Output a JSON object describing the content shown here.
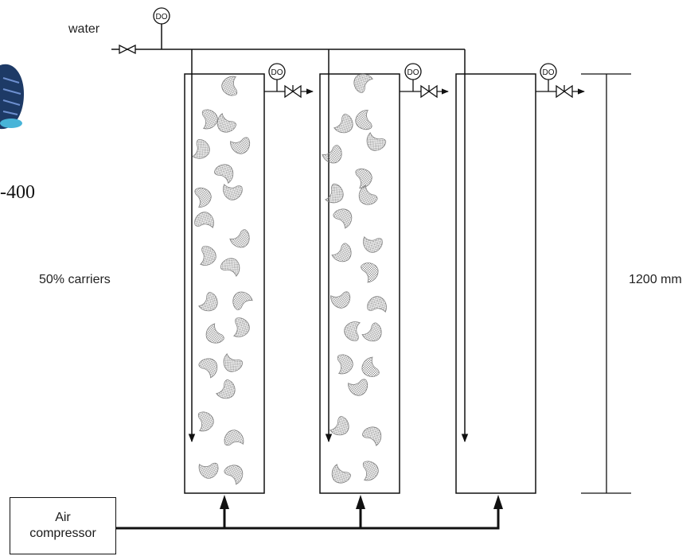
{
  "labels": {
    "water": "water",
    "carriers": "50% carriers",
    "height": "1200 mm",
    "partial_model": "-400",
    "compressor": [
      "Air",
      "compressor"
    ],
    "do_sensor": "DO"
  },
  "reactors": [
    {
      "id": "reactor-1",
      "carriers": true
    },
    {
      "id": "reactor-2",
      "carriers": true
    },
    {
      "id": "reactor-3",
      "carriers": false
    }
  ],
  "carrier_fill_fraction": 0.5,
  "colors": {
    "line": "#111111",
    "carrier": "#808080",
    "photo": "#1d3a66"
  }
}
